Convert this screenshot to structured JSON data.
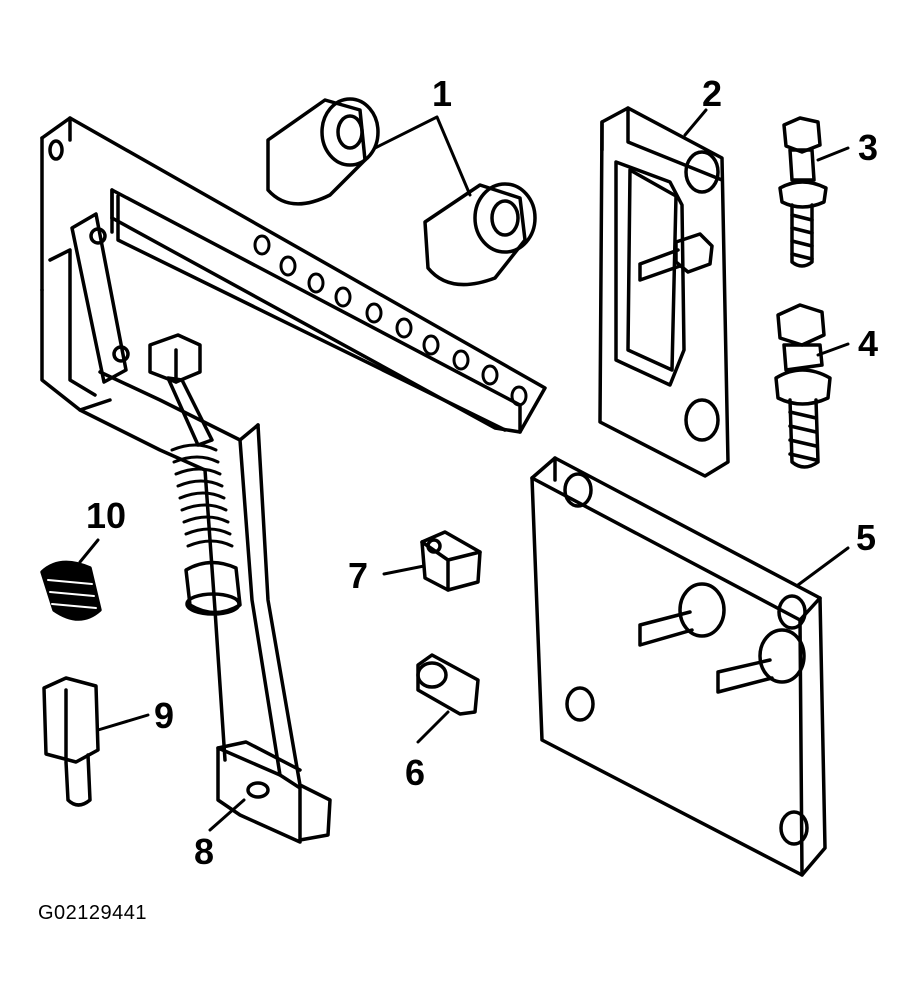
{
  "figure_id": "G02129441",
  "callouts": [
    {
      "number": "1",
      "part": "pair of bushings"
    },
    {
      "number": "2",
      "part": "adapter block with screw"
    },
    {
      "number": "3",
      "part": "cap screw"
    },
    {
      "number": "4",
      "part": "cap screw with nut"
    },
    {
      "number": "5",
      "part": "plate with two screws"
    },
    {
      "number": "6",
      "part": "sleeve"
    },
    {
      "number": "7",
      "part": "square nut"
    },
    {
      "number": "8",
      "part": "puller frame"
    },
    {
      "number": "9",
      "part": "adapter"
    },
    {
      "number": "10",
      "part": "set screw"
    }
  ],
  "colors": {
    "line": "#000000",
    "background": "#ffffff"
  }
}
